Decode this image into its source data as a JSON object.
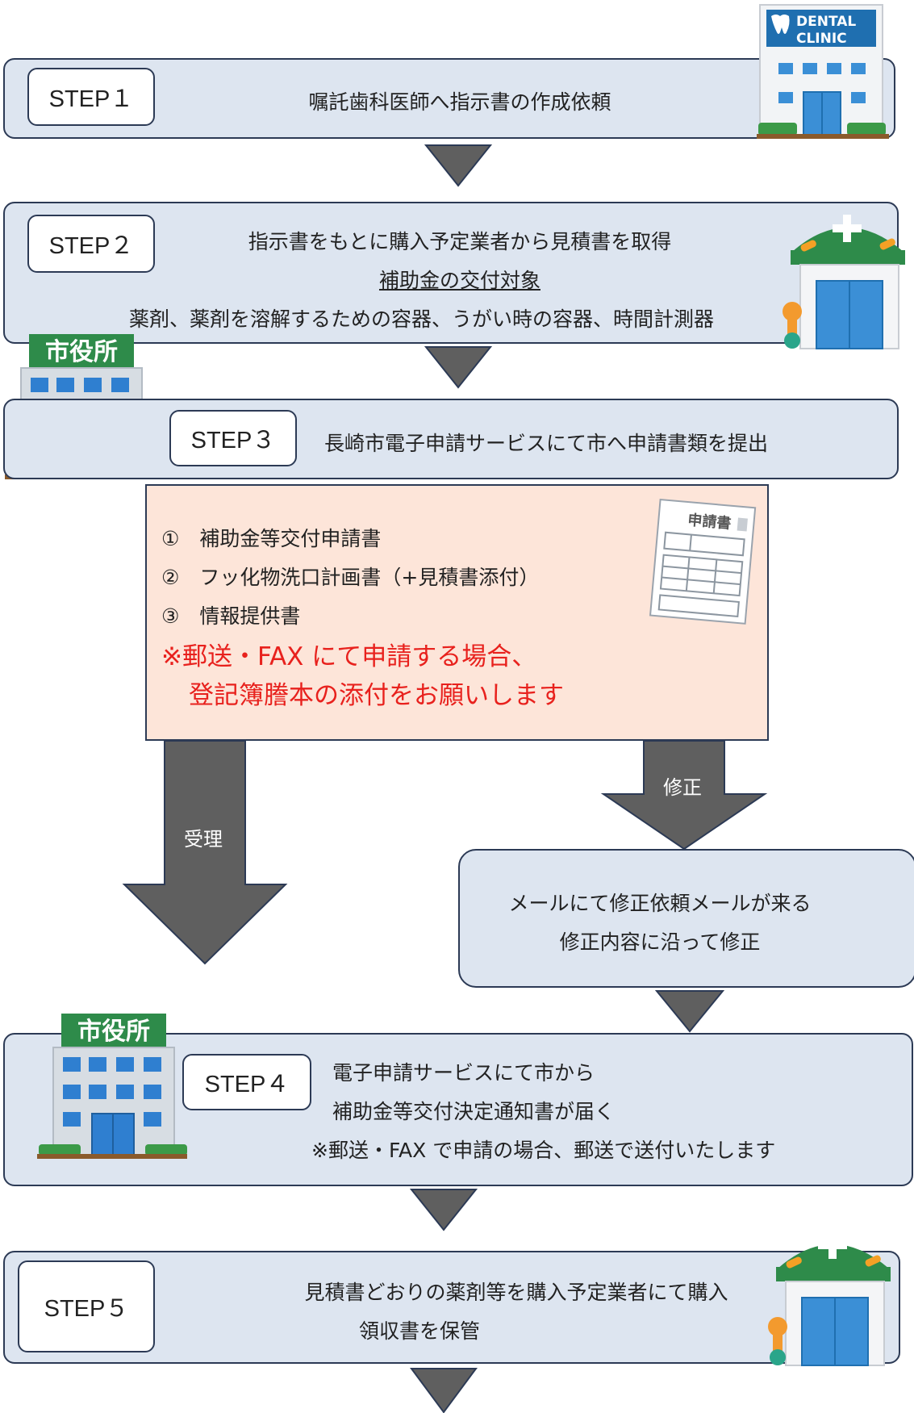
{
  "step1": {
    "label": "STEP１",
    "text": "嘱託歯科医師へ指示書の作成依頼"
  },
  "step2": {
    "label": "STEP２",
    "line1": "指示書をもとに購入予定業者から見積書を取得",
    "line2": "補助金の交付対象",
    "line3": "薬剤、薬剤を溶解するための容器、うがい時の容器、時間計測器"
  },
  "step3": {
    "label": "STEP３",
    "text": "長崎市電子申請サービスにて市へ申請書類を提出"
  },
  "documents": {
    "item1": "①　補助金等交付申請書",
    "item2": "②　フッ化物洗口計画書（+見積書添付）",
    "item3": "③　情報提供書",
    "note1": "※郵送・FAX にて申請する場合、",
    "note2": "登記簿謄本の添付をお願いします",
    "form_title": "申請書"
  },
  "arrows": {
    "accept": "受理",
    "revise": "修正"
  },
  "revision": {
    "line1": "メールにて修正依頼メールが来る",
    "line2": "修正内容に沿って修正"
  },
  "step4": {
    "label": "STEP４",
    "line1": "電子申請サービスにて市から",
    "line2": "補助金等交付決定通知書が届く",
    "line3": "※郵送・FAX で申請の場合、郵送で送付いたします"
  },
  "step5": {
    "label": "STEP５",
    "line1": "見積書どおりの薬剤等を購入予定業者にて購入",
    "line2": "領収書を保管"
  },
  "icons": {
    "dental_sign": [
      "DENTAL",
      "CLINIC"
    ],
    "city_hall_sign": "市役所"
  },
  "colors": {
    "panel": "#dde5f0",
    "border": "#2c3a55",
    "arrow": "#5f5f5f",
    "doc_box": "#fde5d9",
    "note_red": "#e8211d",
    "building_green": "#2e8b4a"
  }
}
